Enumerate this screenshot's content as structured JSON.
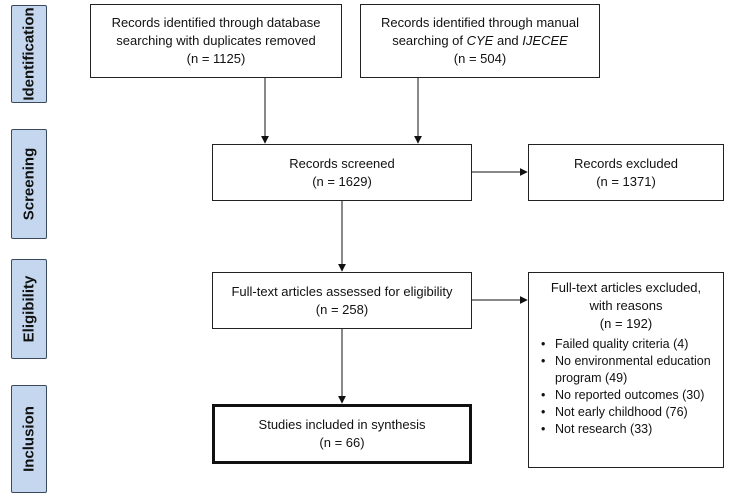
{
  "stages": [
    {
      "label": "Identification"
    },
    {
      "label": "Screening"
    },
    {
      "label": "Eligibility"
    },
    {
      "label": "Inclusion"
    }
  ],
  "boxes": {
    "db_search": {
      "line1": "Records identified through database",
      "line2": "searching with duplicates removed",
      "count": "(n = 1125)"
    },
    "manual_search": {
      "line1": "Records identified through manual",
      "line2_prefix": "searching of ",
      "journal1": "CYE",
      "and": " and ",
      "journal2": "IJECEE",
      "count": "(n = 504)"
    },
    "screened": {
      "title": "Records screened",
      "count": "(n = 1629)"
    },
    "excluded": {
      "title": "Records excluded",
      "count": "(n = 1371)"
    },
    "fulltext": {
      "title": "Full-text articles assessed for eligibility",
      "count": "(n = 258)"
    },
    "fulltext_excluded": {
      "title_line1": "Full-text articles excluded,",
      "title_line2": "with reasons",
      "count": "(n = 192)",
      "reasons": [
        "Failed quality criteria (4)",
        "No environmental education program (49)",
        "No reported outcomes (30)",
        "Not early childhood (76)",
        "Not research (33)"
      ]
    },
    "included": {
      "title": "Studies included in synthesis",
      "count": "(n = 66)"
    }
  }
}
